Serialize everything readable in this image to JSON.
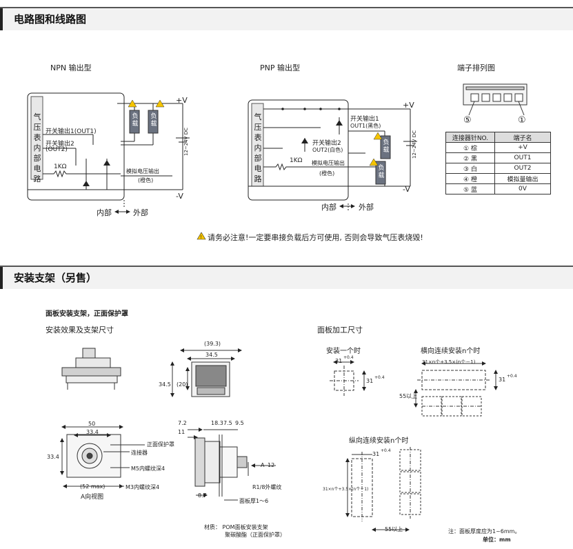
{
  "section1": {
    "title": "电路图和线路图"
  },
  "npn": {
    "title": "NPN 输出型",
    "sensor_label": [
      "气",
      "压",
      "表",
      "内",
      "部",
      "电",
      "路"
    ],
    "vplus": "+V",
    "vminus": "-V",
    "out1": "开关输出1(OUT1)",
    "out2_a": "开关输出2",
    "out2_b": "(OUT2)",
    "resistor": "1KΩ",
    "analog": "模拟电压输出",
    "analog_color": "(橙色)",
    "dc": "12~24V DC",
    "inside": "内部",
    "outside": "外部",
    "load": "负载"
  },
  "pnp": {
    "title": "PNP 输出型",
    "sensor_label": [
      "气",
      "压",
      "表",
      "内",
      "部",
      "电",
      "路"
    ],
    "vplus": "+V",
    "vminus": "-V",
    "out1_a": "开关输出1",
    "out1_b": "OUT1(黑色)",
    "out2_a": "开关输出2",
    "out2_b": "OUT2(白色)",
    "resistor": "1KΩ",
    "analog": "模拟电压输出",
    "analog_color": "(橙色)",
    "dc": "12~24V DC",
    "inside": "内部",
    "outside": "外部",
    "load": "负载"
  },
  "terminal": {
    "title": "端子排列图",
    "left_num": "⑤",
    "right_num": "①",
    "head_pin": "连接器针NO.",
    "head_name": "端子名",
    "rows": [
      {
        "pin": "① 棕",
        "name": "+V"
      },
      {
        "pin": "② 黑",
        "name": "OUT1"
      },
      {
        "pin": "③ 白",
        "name": "OUT2"
      },
      {
        "pin": "④ 橙",
        "name": "模拟量输出"
      },
      {
        "pin": "⑤ 蓝",
        "name": "0V"
      }
    ]
  },
  "warning": "请务必注意!一定要串接负载后方可使用, 否则会导致气压表烧毁!",
  "section2": {
    "title": "安装支架（另售）"
  },
  "mount": {
    "subtitle": "面板安装支架，正面保护罩",
    "effect": "安装效果及支架尺寸",
    "panel_cut": "面板加工尺寸",
    "single": "安装一个时",
    "horizontal": "横向连续安装n个时",
    "vertical": "纵向连续安装n个时",
    "dims": {
      "d393": "(39.3)",
      "d345": "34.5",
      "d345v": "34.5",
      "d20": "(20)",
      "d50": "50",
      "d334": "33.4",
      "d334v": "33.4",
      "d52": "(52 max)",
      "view_a": "A向视图",
      "d72": "7.2",
      "d11": "11",
      "d183": "18.3",
      "d75": "7.5",
      "d95": "9.5",
      "d87": "8.7",
      "dA": "A",
      "d12": "12",
      "front_cover": "正面保护罩",
      "connector": "连接器",
      "m5": "M5内螺纹深4",
      "m3": "M3内螺纹深4",
      "r18": "R1/8外螺纹",
      "panel_thick": "面板厚1～6",
      "cut31": "31",
      "tol": "+0.4",
      "tol0": "0",
      "h_formula": "31×n个+3.5×(n个－1)",
      "v_formula": "31×n个+3.5×(n个－1)",
      "min55": "55以上",
      "min55b": "55以上"
    },
    "material_a": "材质： POM面板安装支架",
    "material_b": "聚碳酸酯（正面保护罩）",
    "note": "注：面板厚度应为1~6mm。",
    "unit": "单位：mm"
  }
}
